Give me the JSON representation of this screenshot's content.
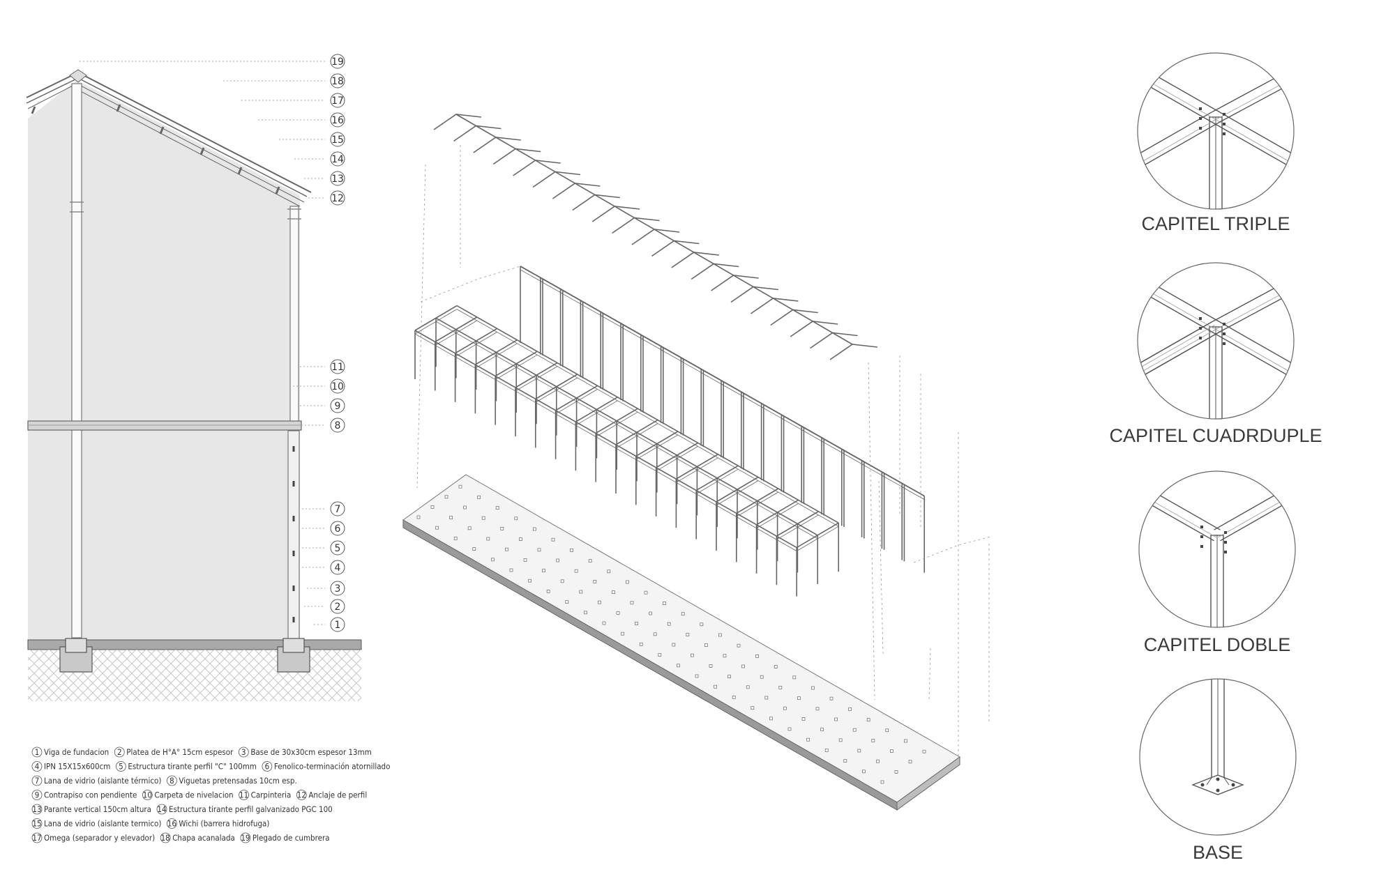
{
  "section": {
    "callouts": [
      "1",
      "2",
      "3",
      "4",
      "5",
      "6",
      "7",
      "8",
      "9",
      "10",
      "11",
      "12",
      "13",
      "14",
      "15",
      "16",
      "17",
      "18",
      "19"
    ]
  },
  "legend": {
    "lines": [
      [
        {
          "n": "1",
          "t": "Viga de fundacion"
        },
        {
          "n": "2",
          "t": "Platea de H°A° 15cm espesor"
        },
        {
          "n": "3",
          "t": "Base de 30x30cm espesor 13mm"
        }
      ],
      [
        {
          "n": "4",
          "t": "IPN 15X15x600cm"
        },
        {
          "n": "5",
          "t": "Estructura tirante perfil \"C\" 100mm"
        },
        {
          "n": "6",
          "t": "Fenolico-terminación atornillado"
        }
      ],
      [
        {
          "n": "7",
          "t": "Lana de vidrio (aislante térmico)"
        },
        {
          "n": "8",
          "t": "Viguetas pretensadas 10cm esp."
        }
      ],
      [
        {
          "n": "9",
          "t": "Contrapiso con pendiente"
        },
        {
          "n": "10",
          "t": "Carpeta de nivelacion"
        },
        {
          "n": "11",
          "t": "Carpinteria"
        },
        {
          "n": "12",
          "t": "Anclaje de perfil"
        }
      ],
      [
        {
          "n": "13",
          "t": "Parante vertical 150cm altura"
        },
        {
          "n": "14",
          "t": "Estructura tirante perfil galvanizado PGC 100"
        }
      ],
      [
        {
          "n": "15",
          "t": "Lana de vidrio (aislante termico)"
        },
        {
          "n": "16",
          "t": "Wichi (barrera hidrofuga)"
        }
      ],
      [
        {
          "n": "17",
          "t": "Omega (separador y elevador)"
        },
        {
          "n": "18",
          "t": "Chapa acanalada"
        },
        {
          "n": "19",
          "t": "Plegado de cumbrera"
        }
      ]
    ]
  },
  "details": [
    {
      "title": "CAPITEL TRIPLE",
      "kind": "triple"
    },
    {
      "title": "CAPITEL CUADRDUPLE",
      "kind": "cuadruple"
    },
    {
      "title": "CAPITEL DOBLE",
      "kind": "doble"
    },
    {
      "title": "BASE",
      "kind": "base"
    }
  ],
  "colors": {
    "line": "#555555",
    "fill": "#e6e6e6",
    "light": "#bbbbbb"
  }
}
